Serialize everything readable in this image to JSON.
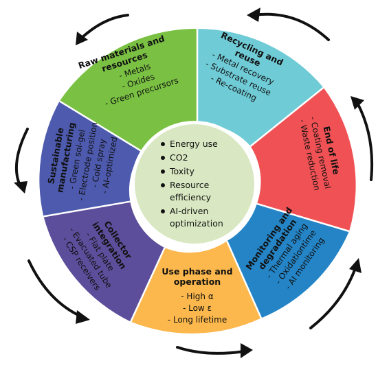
{
  "colors": {
    "raw": "#7ac143",
    "recycling": "#6fcbd6",
    "eol": "#f05154",
    "monitoring": "#2484c6",
    "use": "#fcb84c",
    "collector": "#5c4e9a",
    "sustainable": "#4d5aae",
    "center": "#d9e8c2",
    "arrows": "#111111"
  },
  "segments": [
    {
      "id": "raw",
      "title": [
        "Raw materials and",
        "resources"
      ],
      "items": [
        "- Metals",
        "- Oxides",
        "- Green precursors"
      ]
    },
    {
      "id": "recycling",
      "title": [
        "Recycling and",
        "reuse"
      ],
      "items": [
        "- Metal recovery",
        "- Substrate reuse",
        "- Re-coating"
      ]
    },
    {
      "id": "eol",
      "title": [
        "End of life"
      ],
      "items": [
        "- Coating removal",
        "- Waste reduction"
      ]
    },
    {
      "id": "monitoring",
      "title": [
        "Monitoring and",
        "degradation"
      ],
      "items": [
        "- Thermal aging",
        "- Oxidationtime",
        "- AI monitoring"
      ]
    },
    {
      "id": "use",
      "title": [
        "Use phase and",
        "operation"
      ],
      "items": [
        "- High α",
        "- Low ε",
        "- Long lifetime"
      ]
    },
    {
      "id": "collector",
      "title": [
        "Collector",
        "integration"
      ],
      "items": [
        "- Flat plate",
        "- Evacuated tube",
        "- CSP receivers"
      ]
    },
    {
      "id": "sustainable",
      "title": [
        "Sustainable",
        "manufacturing"
      ],
      "items": [
        "- Green sol-gel",
        "- Electrode position",
        "- Cold spray",
        "- AI-optimized"
      ]
    }
  ],
  "center": {
    "items": [
      "Energy use",
      "CO2",
      "Toxity",
      "Resource",
      "efficiency",
      "AI-driven",
      "optimization"
    ]
  }
}
